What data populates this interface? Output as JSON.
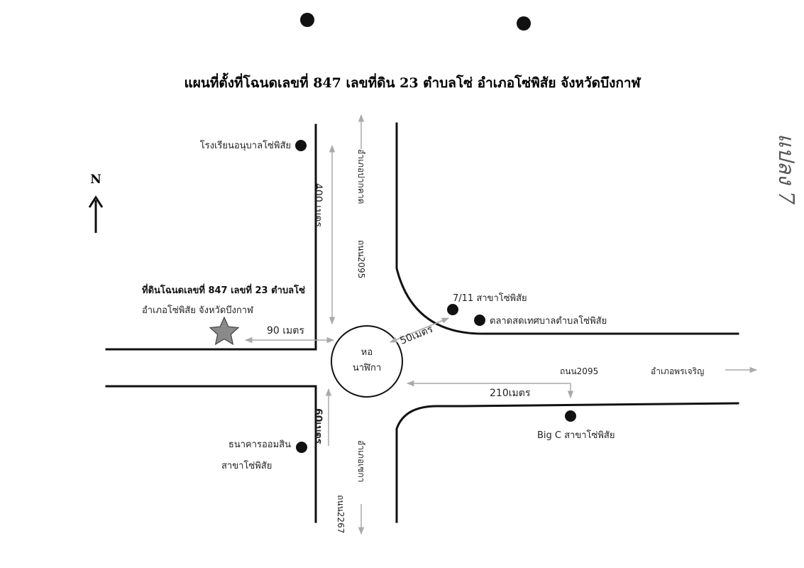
{
  "title": "แผนที่ตั้งที่โฉนดเลขที่ 847  เลขที่ดิน 23  ตำบลโซ่  อำเภอโซ่พิสัย  จังหวัดบึงกาฬ",
  "north": "N",
  "handwriting": "แปลง 7",
  "center": {
    "line1": "หอ",
    "line2": "นาฬิกา"
  },
  "subject_parcel": {
    "line1": "ที่ดินโฉนดเลขที่ 847 เลขที่ 23 ตำบลโซ่",
    "line2": "อำเภอโซ่พิสัย จังหวัดบึงกาฬ",
    "icon": "star-icon"
  },
  "landmarks": {
    "school": "โรงเรียนอนุบาลโซ่พิสัย",
    "seven_eleven": "7/11 สาขาโซ่พิสัย",
    "market": "ตลาดสดเทศบาลตำบลโซ่พิสัย",
    "bank_line1": "ธนาคารออมสิน",
    "bank_line2": "สาขาโซ่พิสัย",
    "bigc": "Big C สาขาโซ่พิสัย"
  },
  "roads": {
    "north_road": "ถนน2095",
    "north_dest": "อำเภอปากคาด",
    "east_road": "ถนน2095",
    "east_dest": "อำเภอพรเจริญ",
    "south_road": "ถนน2267",
    "south_dest": "อำเภอเซกา"
  },
  "distances": {
    "school": "400 เมตร",
    "parcel": "90 เมตร",
    "seven_eleven": "50เมตร",
    "bigc": "210เมตร",
    "bank": "60เมตร"
  },
  "colors": {
    "road": "#111111",
    "guide": "#aaaaaa",
    "star": "#8a8a8a"
  }
}
